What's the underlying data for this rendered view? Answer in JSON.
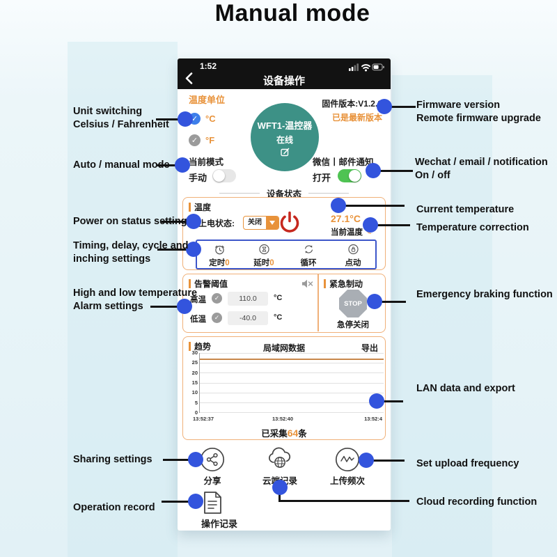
{
  "page_title": "Manual mode",
  "phone": {
    "status_bar": {
      "time": "1:52"
    },
    "nav": {
      "title": "设备操作"
    },
    "unit": {
      "label": "温度单位",
      "celsius": "°C",
      "fahrenheit": "°F"
    },
    "device": {
      "name": "WFT1-温控器",
      "status": "在线"
    },
    "firmware": {
      "version": "固件版本:V1.2.9",
      "latest": "已是最新版本"
    },
    "mode": {
      "label": "当前模式",
      "value": "手动"
    },
    "notify": {
      "label": "微信丨邮件通知",
      "value": "打开"
    },
    "section_divider": "设备状态",
    "temp_box": {
      "title": "温度",
      "power_state_label": "上电状态:",
      "power_state_value": "关闭",
      "current_temp": "27.1°C",
      "current_temp_label": "当前温度",
      "edit_glyph": "✎",
      "timers": [
        {
          "label": "定时",
          "value": "0"
        },
        {
          "label": "延时",
          "value": "0"
        },
        {
          "label": "循环",
          "value": ""
        },
        {
          "label": "点动",
          "value": ""
        }
      ]
    },
    "alarm_box": {
      "title": "告警阈值",
      "high_label": "高温",
      "high_value": "110.0",
      "high_unit": "°C",
      "low_label": "低温",
      "low_value": "-40.0",
      "low_unit": "°C",
      "brake_title": "紧急制动",
      "stop_text": "STOP",
      "brake_caption": "急停关闭"
    },
    "chart_box": {
      "title": "趋势",
      "subtitle": "局域网数据",
      "export_label": "导出",
      "collected_prefix": "已采集",
      "collected_suffix": "条"
    },
    "actions": {
      "share": "分享",
      "cloud": "云端记录",
      "upload": "上传频次",
      "record": "操作记录"
    }
  },
  "annotations": {
    "left": [
      {
        "text": "Unit switching\nCelsius / Fahrenheit"
      },
      {
        "text": "Auto / manual mode"
      },
      {
        "text": "Power on status setting"
      },
      {
        "text": "Timing, delay, cycle and\ninching settings"
      },
      {
        "text": "High and low temperature\nAlarm settings"
      },
      {
        "text": "Sharing settings"
      },
      {
        "text": "Operation record"
      }
    ],
    "right": [
      {
        "text": "Firmware version\nRemote firmware upgrade"
      },
      {
        "text": "Wechat / email / notification\nOn / off"
      },
      {
        "text": "Current temperature"
      },
      {
        "text": "Temperature correction"
      },
      {
        "text": "Emergency braking function"
      },
      {
        "text": "LAN data and export"
      },
      {
        "text": "Set upload frequency"
      },
      {
        "text": "Cloud recording function"
      }
    ]
  },
  "colors": {
    "accent_orange": "#e8923a",
    "box_border": "#f0b078",
    "dot_blue": "#3354dd",
    "timer_border": "#3d56c9",
    "device_teal": "#3d9186",
    "toggle_green": "#4fc353",
    "power_red": "#c6281e",
    "stop_gray": "#a9aeb4"
  },
  "chart_data": {
    "type": "line",
    "title": "局域网数据",
    "x_labels": [
      "13:52:37",
      "13:52:40",
      "13:52:4"
    ],
    "yticks": [
      0,
      5,
      10,
      15,
      20,
      25,
      30
    ],
    "ylim": [
      0,
      30
    ],
    "grid": true,
    "legend": false,
    "series": [
      {
        "name": "当前温度",
        "values": [
          27.1,
          27.1,
          27.1
        ],
        "color": "#c8874a"
      }
    ],
    "collected_count": 64
  }
}
